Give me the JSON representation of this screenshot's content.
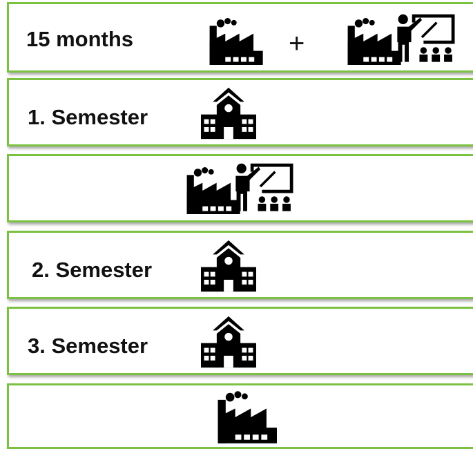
{
  "rows": [
    {
      "label": "15 months",
      "plus": "+",
      "icons": [
        "factory-icon",
        "factory-icon",
        "teacher-icon"
      ]
    },
    {
      "label": "1. Semester",
      "icons": [
        "school-icon"
      ]
    },
    {
      "label": "",
      "icons": [
        "factory-icon",
        "teacher-icon"
      ]
    },
    {
      "label": "2. Semester",
      "icons": [
        "school-icon"
      ]
    },
    {
      "label": "3. Semester",
      "icons": [
        "school-icon"
      ]
    },
    {
      "label": "",
      "icons": [
        "factory-icon"
      ]
    }
  ],
  "colors": {
    "border": "#7cc242",
    "icon": "#000000",
    "text": "#111111"
  }
}
